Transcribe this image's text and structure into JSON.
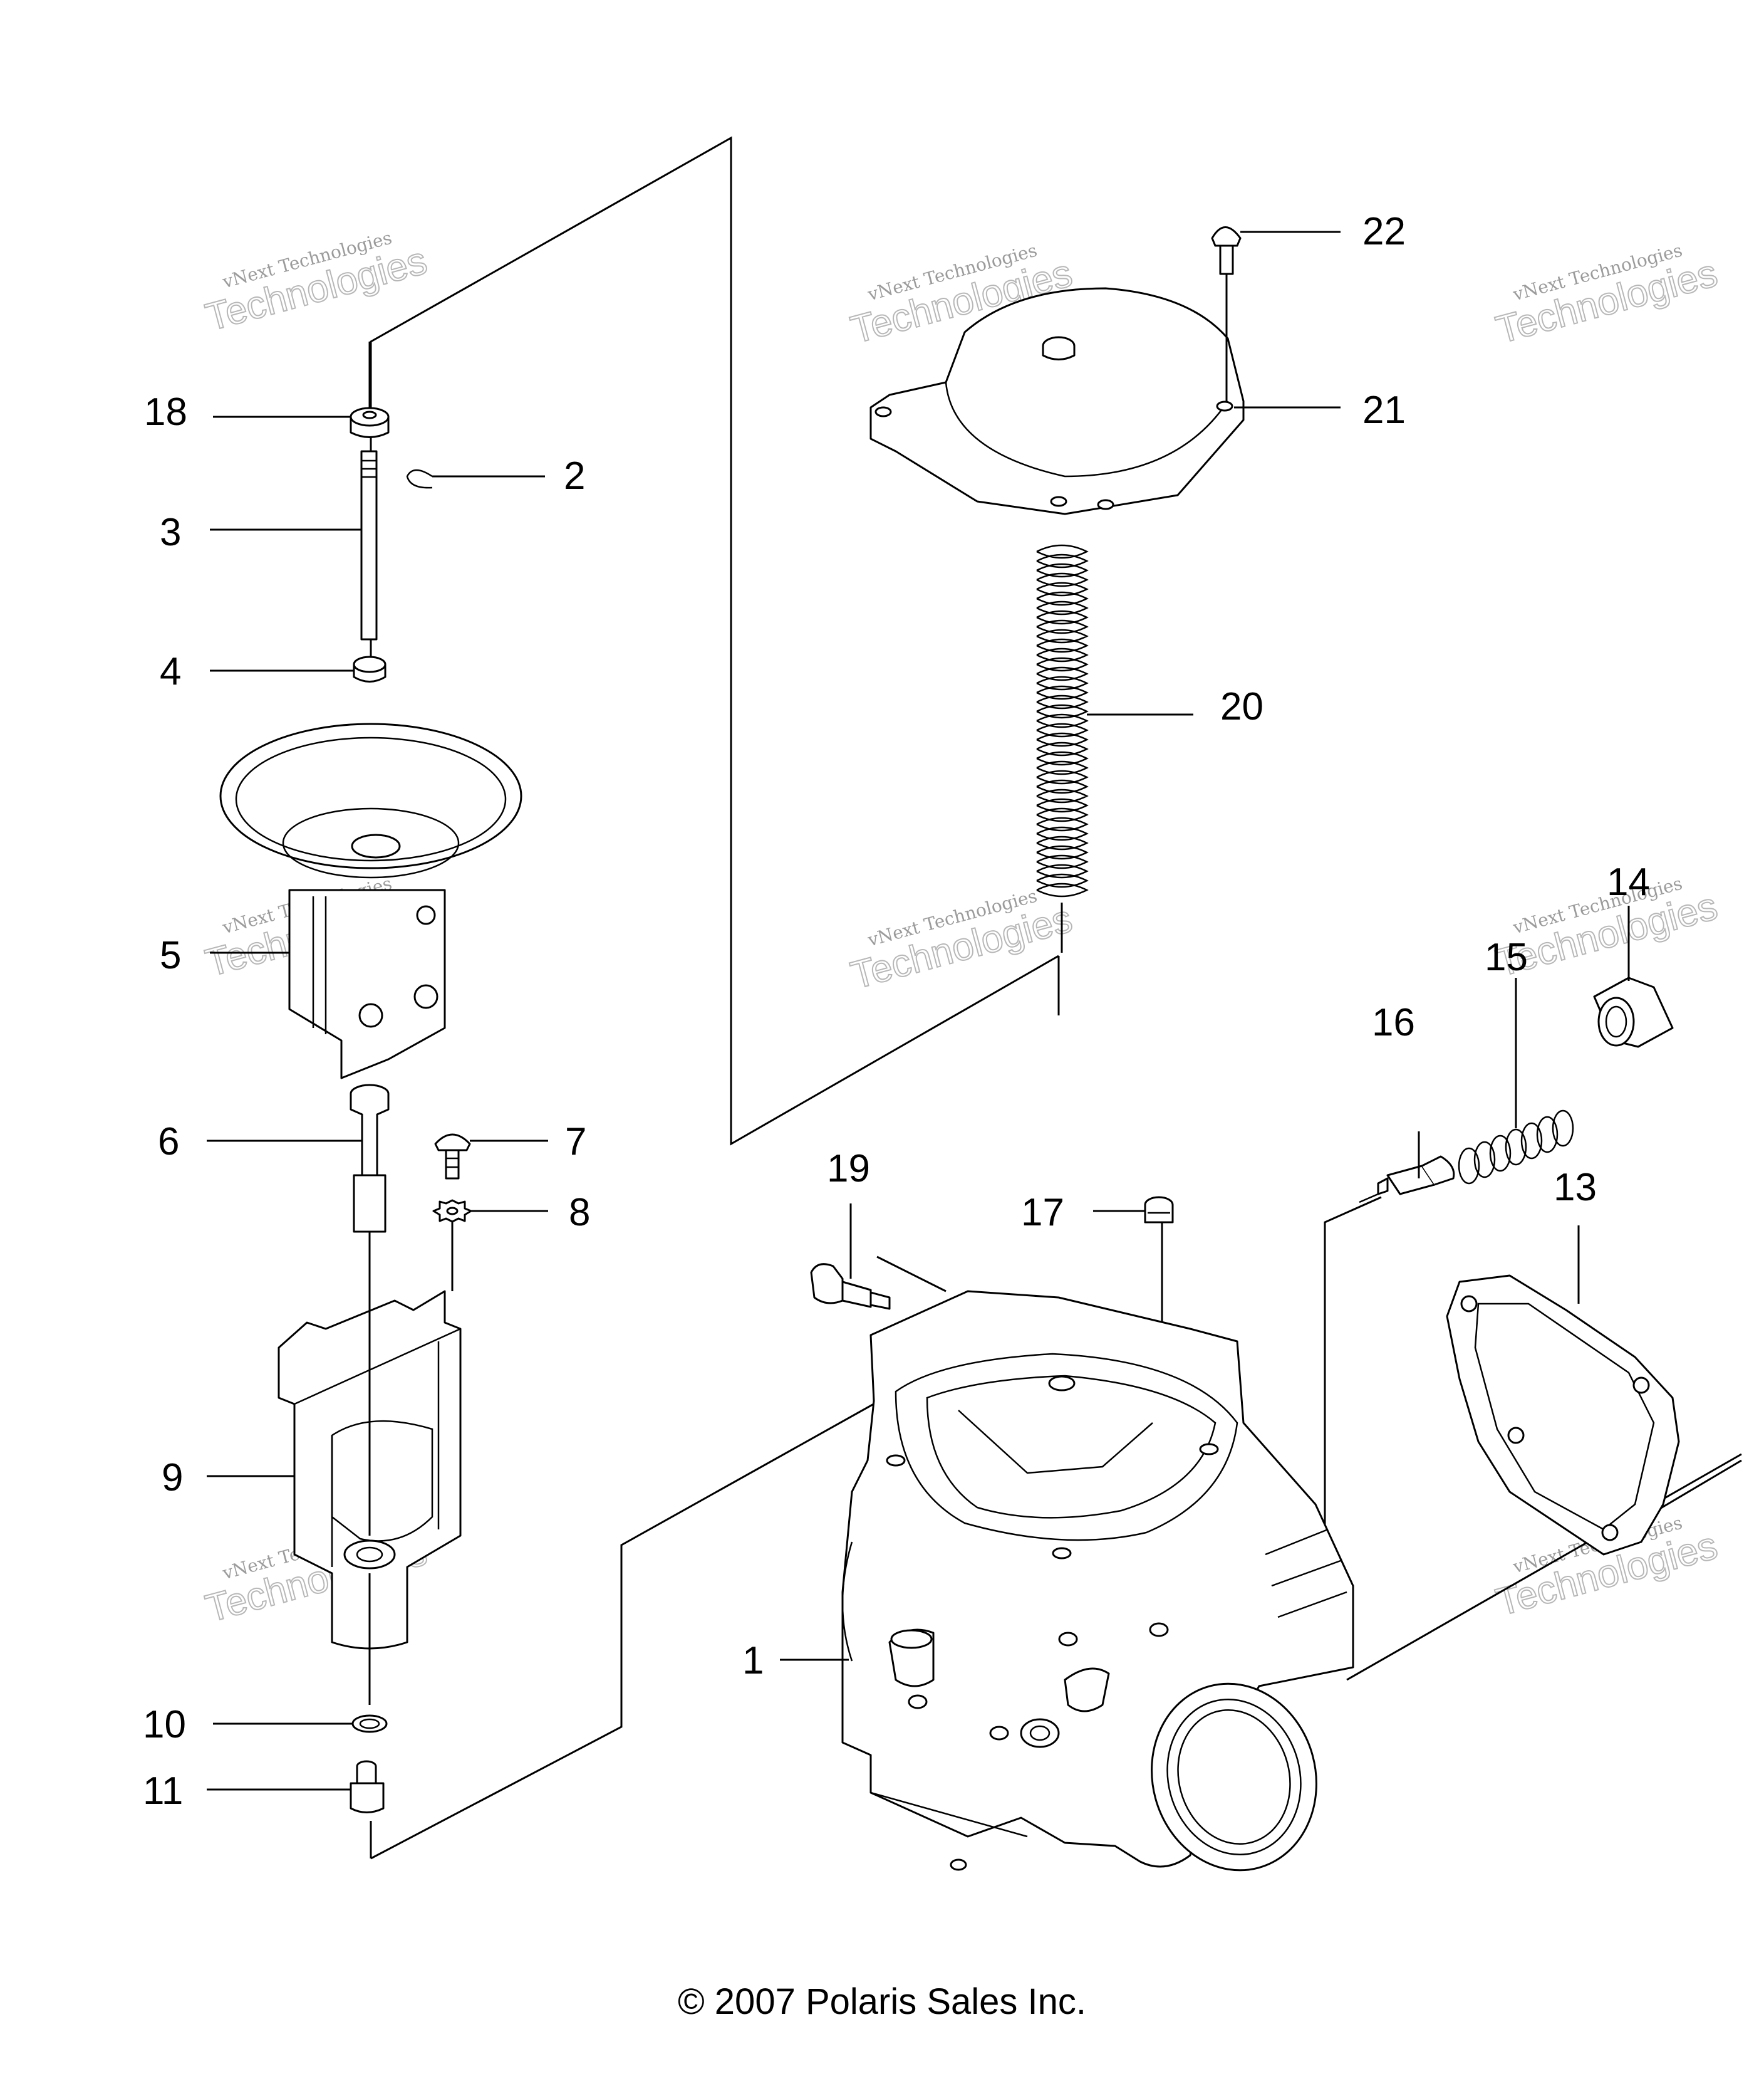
{
  "callouts": {
    "c1": "1",
    "c2": "2",
    "c3": "3",
    "c4": "4",
    "c5": "5",
    "c6": "6",
    "c7": "7",
    "c8": "8",
    "c9": "9",
    "c10": "10",
    "c11": "11",
    "c13": "13",
    "c14": "14",
    "c15": "15",
    "c16": "16",
    "c17": "17",
    "c18": "18",
    "c19": "19",
    "c20": "20",
    "c21": "21",
    "c22": "22"
  },
  "watermark": {
    "top_line": "vNext Technologies",
    "big_line": "Technologies"
  },
  "copyright": "© 2007 Polaris Sales Inc."
}
